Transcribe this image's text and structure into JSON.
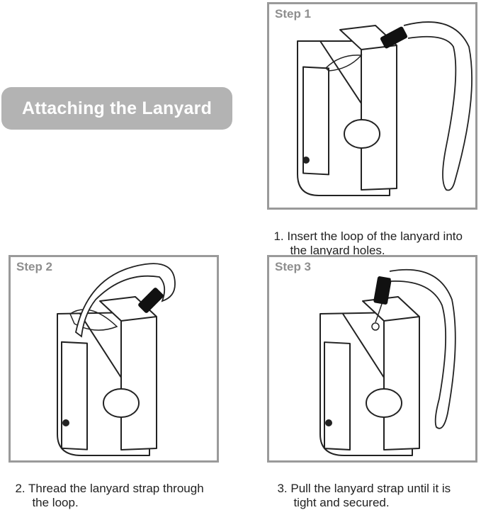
{
  "title": "Attaching the Lanyard",
  "steps": [
    {
      "label": "Step 1",
      "caption_line1": "1. Insert the loop of the lanyard into",
      "caption_line2": "the lanyard holes."
    },
    {
      "label": "Step 2",
      "caption_line1": "2. Thread the lanyard strap through",
      "caption_line2": "the loop."
    },
    {
      "label": "Step 3",
      "caption_line1": "3. Pull the lanyard strap until it is",
      "caption_line2": "tight and secured."
    }
  ]
}
